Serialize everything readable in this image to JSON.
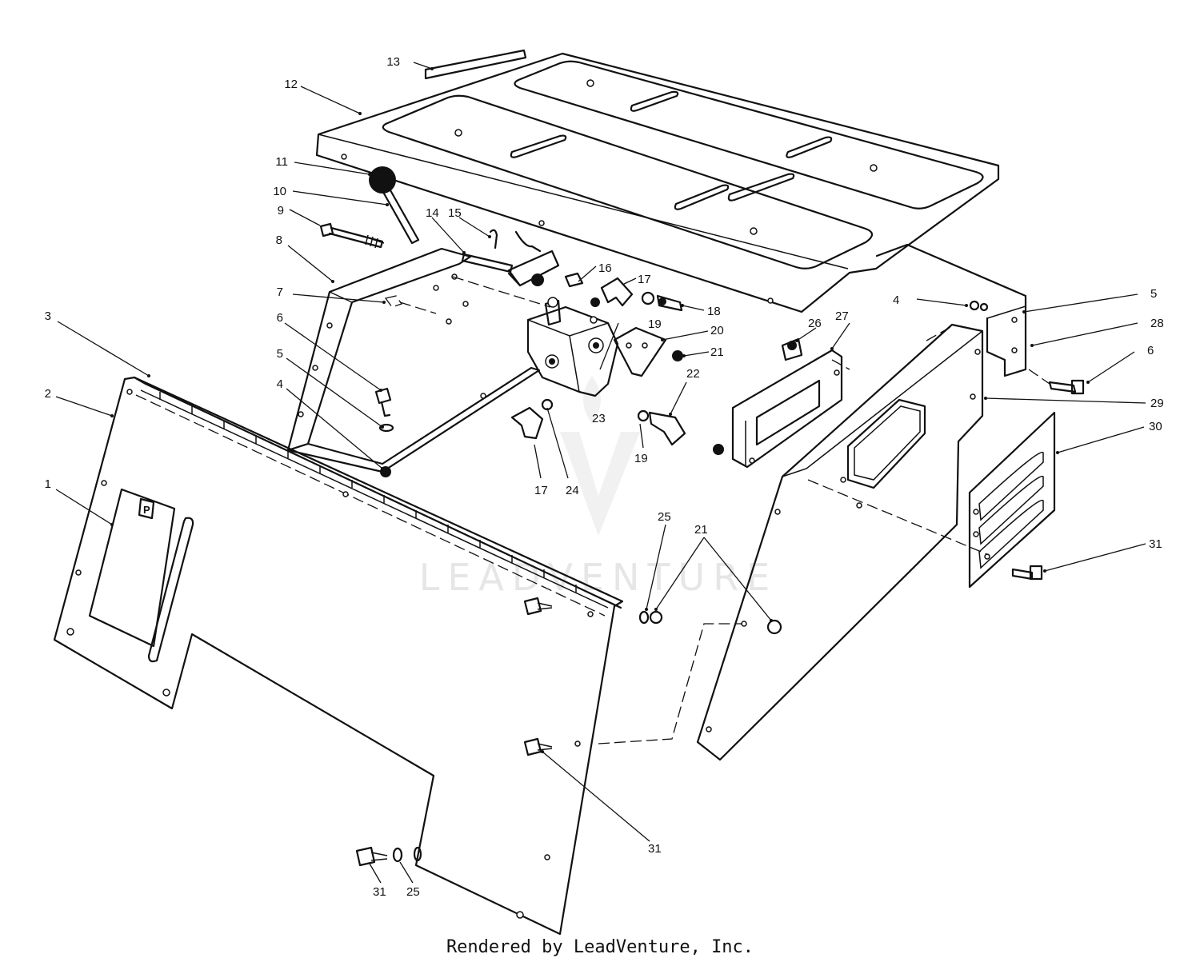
{
  "watermark": "LEADVENTURE",
  "footer": "Rendered by LeadVenture, Inc.",
  "callouts": {
    "c13": "13",
    "c12": "12",
    "c11": "11",
    "c10": "10",
    "c9": "9",
    "c14": "14",
    "c15": "15",
    "c8": "8",
    "c16": "16",
    "c17a": "17",
    "c18": "18",
    "c19a": "19",
    "c7": "7",
    "c20": "20",
    "c21a": "21",
    "c3": "3",
    "c6a": "6",
    "c2": "2",
    "c5a": "5",
    "c4a": "4",
    "c22": "22",
    "c23": "23",
    "c19b": "19",
    "c17b": "17",
    "c24": "24",
    "c1": "1",
    "c4b": "4",
    "c5b": "5",
    "c28": "28",
    "c6b": "6",
    "c26": "26",
    "c27": "27",
    "c29": "29",
    "c30": "30",
    "c31a": "31",
    "c25a": "25",
    "c21b": "21",
    "c31b": "31",
    "c31c": "31",
    "c25b": "25"
  }
}
